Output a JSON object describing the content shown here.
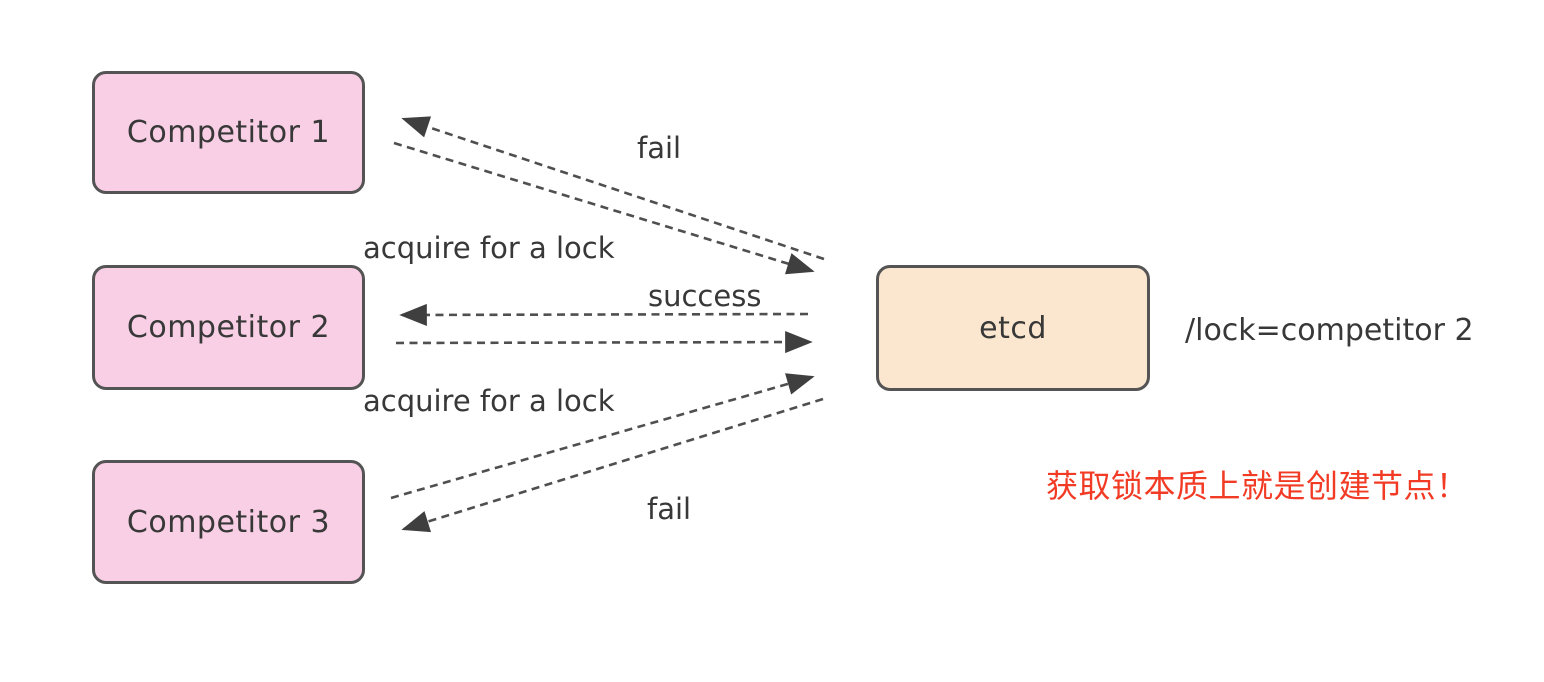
{
  "nodes": {
    "competitor1": "Competitor 1",
    "competitor2": "Competitor 2",
    "competitor3": "Competitor 3",
    "etcd": "etcd"
  },
  "edges": [
    {
      "from": "etcd",
      "to": "competitor1",
      "label": "fail",
      "style": "dashed"
    },
    {
      "from": "competitor1",
      "to": "etcd",
      "label": "acquire for a lock",
      "style": "dashed"
    },
    {
      "from": "etcd",
      "to": "competitor2",
      "label": "success",
      "style": "dashed"
    },
    {
      "from": "competitor2",
      "to": "etcd",
      "label": "acquire for a lock",
      "style": "dashed"
    },
    {
      "from": "competitor3",
      "to": "etcd",
      "label": "acquire for a lock",
      "style": "dashed"
    },
    {
      "from": "etcd",
      "to": "competitor3",
      "label": "fail",
      "style": "dashed"
    }
  ],
  "annotations": {
    "lock_value": "/lock=competitor 2",
    "note": "获取锁本质上就是创建节点！"
  },
  "colors": {
    "competitor_fill": "#f8cfe4",
    "etcd_fill": "#fbe7cf",
    "node_border": "#545454",
    "text": "#383838",
    "arrow": "#4f4f4f",
    "note_red": "#f23b25",
    "background": "#ffffff"
  }
}
